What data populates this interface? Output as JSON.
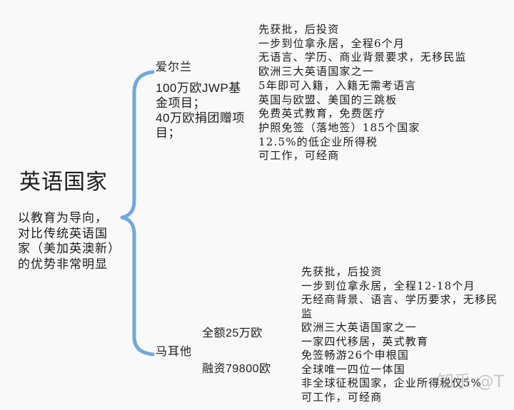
{
  "colors": {
    "brace": "#6fa8dc",
    "text": "#1c1c1c",
    "background": "#f9f9f9"
  },
  "root": {
    "title": "英语国家",
    "summary_lines": [
      "以教育为导向，",
      "对比传统英语国",
      "家（美加英澳新）",
      "的优势非常明显"
    ]
  },
  "ireland": {
    "name": "爱尔兰",
    "program_lines": [
      "100万欧JWP基",
      "金项目；",
      "40万欧捐团赠项",
      "目；"
    ],
    "highlights": [
      "先获批，后投资",
      "一步到位拿永居，全程6个月",
      "无语言、学历、商业背景要求，无移民监",
      "欧洲三大英语国家之一",
      "5年即可入籍，入籍无需考语言",
      "英国与欧盟、美国的三跳板",
      "免费英式教育，免费医疗",
      "护照免签（落地签）185个国家",
      "12.5%的低企业所得税",
      "可工作，可经商"
    ]
  },
  "malta": {
    "name": "马耳他",
    "options": [
      "全额25万欧",
      "融资79800欧"
    ],
    "highlights": [
      "先获批，后投资",
      "一步到位拿永居，全程12-18个月",
      "无经商背景、语言、学历要求，无移民",
      "监",
      "欧洲三大英语国家之一",
      "一家四代移居，英式教育",
      "免签畅游26个申根国",
      "全球唯一四位一体国",
      "非全球征税国家，企业所得税仅5%",
      "可工作，可经商"
    ]
  },
  "watermark": "知乎 @T"
}
